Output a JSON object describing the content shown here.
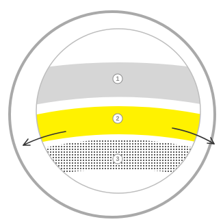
{
  "diagram": {
    "layers": [
      {
        "number": "1",
        "color": "#d6d6d6"
      },
      {
        "number": "2",
        "color": "#fff200"
      },
      {
        "number": "3",
        "color": "#4a4a4a"
      }
    ],
    "frame_color": "#a9a9a9",
    "arrows": [
      "arrow-left-icon",
      "arrow-right-icon"
    ]
  }
}
